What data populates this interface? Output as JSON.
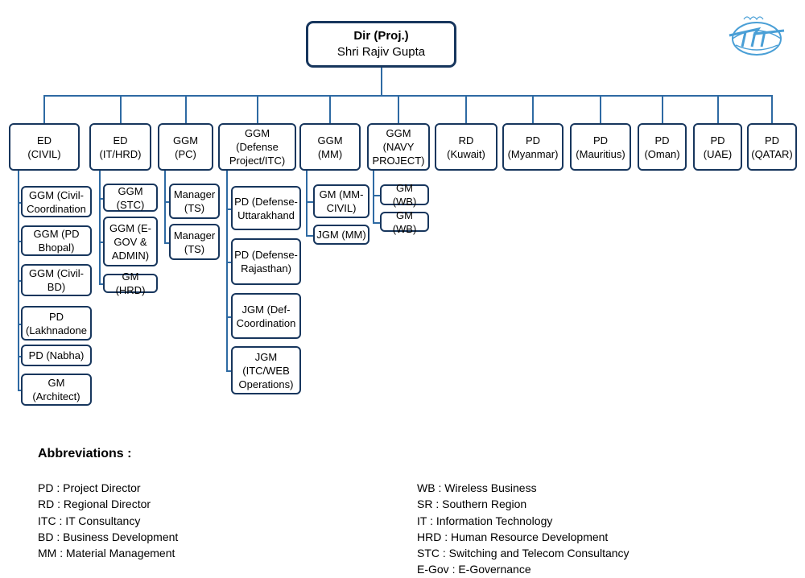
{
  "root": {
    "title": "Dir (Proj.)",
    "name": "Shri Rajiv Gupta"
  },
  "heads": [
    {
      "id": "ed-civil",
      "lines": [
        "ED",
        "(CIVIL)"
      ]
    },
    {
      "id": "ed-it-hrd",
      "lines": [
        "ED",
        "(IT/HRD)"
      ]
    },
    {
      "id": "ggm-pc",
      "lines": [
        "GGM (PC)"
      ]
    },
    {
      "id": "ggm-defense",
      "lines": [
        "GGM",
        "(Defense",
        "Project/ITC)"
      ]
    },
    {
      "id": "ggm-mm",
      "lines": [
        "GGM",
        "(MM)"
      ]
    },
    {
      "id": "ggm-navy",
      "lines": [
        "GGM",
        "(NAVY",
        "PROJECT)"
      ]
    },
    {
      "id": "rd-kuwait",
      "lines": [
        "RD",
        "(Kuwait)"
      ]
    },
    {
      "id": "pd-myanmar",
      "lines": [
        "PD",
        "(Myanmar)"
      ]
    },
    {
      "id": "pd-mauritius",
      "lines": [
        "PD",
        "(Mauritius)"
      ]
    },
    {
      "id": "pd-oman",
      "lines": [
        "PD",
        "(Oman)"
      ]
    },
    {
      "id": "pd-uae",
      "lines": [
        "PD",
        "(UAE)"
      ]
    },
    {
      "id": "pd-qatar",
      "lines": [
        "PD",
        "(QATAR)"
      ]
    }
  ],
  "children": {
    "ed-civil": [
      [
        "GGM (Civil-",
        "Coordination"
      ],
      [
        "GGM (PD",
        "Bhopal)"
      ],
      [
        "GGM (Civil-",
        "BD)"
      ],
      [
        "PD",
        "(Lakhnadone"
      ],
      [
        "PD (Nabha)"
      ],
      [
        "GM",
        "(Architect)"
      ]
    ],
    "ed-it-hrd": [
      [
        "GGM",
        "(STC)"
      ],
      [
        "GGM (E-",
        "GOV &",
        "ADMIN)"
      ],
      [
        "GM (HRD)"
      ]
    ],
    "ggm-pc": [
      [
        "Manager",
        "(TS)"
      ],
      [
        "Manager",
        "(TS)"
      ]
    ],
    "ggm-defense": [
      [
        "PD (Defense-",
        "Uttarakhand"
      ],
      [
        "PD (Defense-",
        "Rajasthan)"
      ],
      [
        "JGM (Def-",
        "Coordination"
      ],
      [
        "JGM",
        "(ITC/WEB",
        "Operations)"
      ]
    ],
    "ggm-mm": [
      [
        "GM (MM-",
        "CIVIL)"
      ],
      [
        "JGM (MM)"
      ]
    ],
    "ggm-navy": [
      [
        "GM (WB)"
      ],
      [
        "GM (WB)"
      ]
    ]
  },
  "abbreviations": {
    "title": "Abbreviations :",
    "left": [
      "PD : Project Director",
      "RD : Regional Director",
      "ITC : IT Consultancy",
      "BD : Business Development",
      "MM : Material Management"
    ],
    "right": [
      "WB : Wireless Business",
      "SR : Southern Region",
      "IT : Information Technology",
      "HRD : Human Resource Development",
      "STC : Switching and Telecom Consultancy",
      "E-Gov : E-Governance"
    ]
  },
  "logo": {
    "icon": "ticl-logo-icon",
    "color": "#4a9fd6"
  },
  "colors": {
    "box_border": "#17365d",
    "connector": "#2e6aa3"
  }
}
